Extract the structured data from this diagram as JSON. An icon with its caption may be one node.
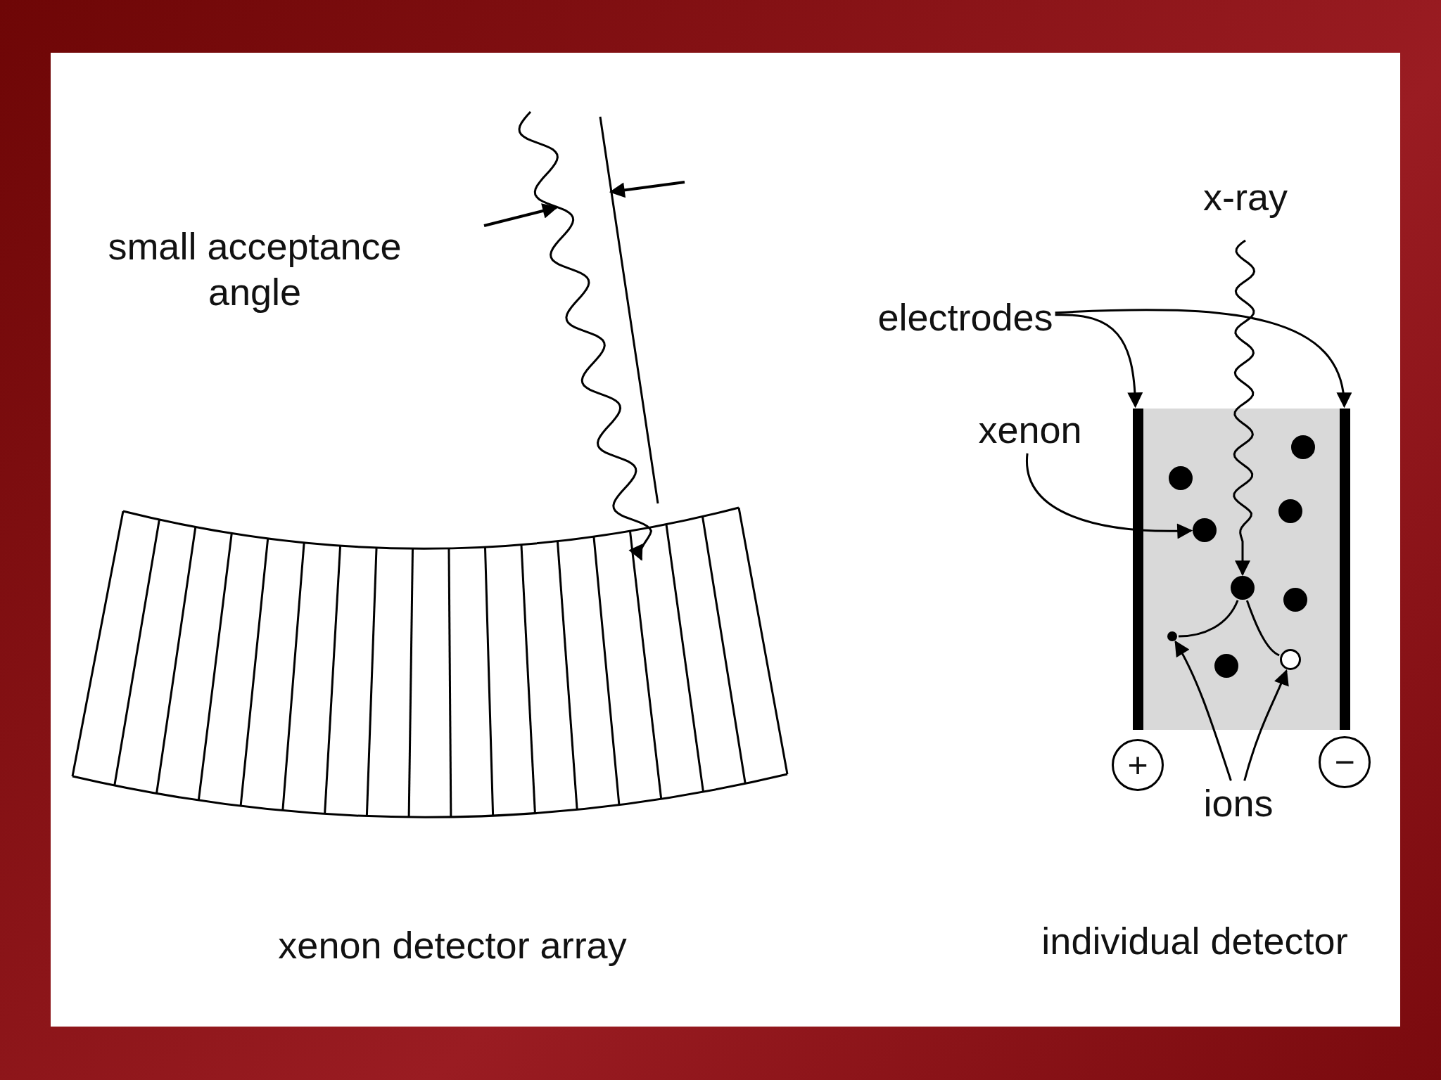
{
  "diagram": {
    "nodes": [
      {
        "text": [
          "electrodes"
        ]
      },
      {
        "text": [],
        "shape": "bar"
      },
      {
        "text": [],
        "shape": "bar"
      },
      {
        "text": [
          "xenon"
        ]
      },
      {
        "text": [],
        "shape": "circle"
      },
      {
        "text": [],
        "shape": "circle"
      },
      {
        "text": [],
        "shape": "circle"
      },
      {
        "text": [],
        "shape": "circle"
      },
      {
        "text": [],
        "shape": "circle"
      },
      {
        "text": [],
        "shape": "circle"
      },
      {
        "text": [],
        "shape": "circle"
      },
      {
        "text": [],
        "shape": "circle"
      },
      {
        "text": [],
        "shape": "circle"
      },
      {
        "text": [
          "+"
        ]
      },
      {
        "text": [
          "−"
        ]
      },
      {
        "text": [
          "ions"
        ]
      }
    ],
    "edges": [
      {
        "from": 0,
        "to": 1,
        "arrow": "to"
      },
      {
        "from": 0,
        "to": 2,
        "arrow": "to"
      },
      {
        "from": 3,
        "to": 7,
        "arrow": "to"
      },
      {
        "from": null,
        "to": 8,
        "arrow": "to"
      },
      {
        "from": 8,
        "to": 10,
        "arrow": "none"
      },
      {
        "from": 8,
        "to": 11,
        "arrow": "none"
      },
      {
        "from": 15,
        "to": 10,
        "arrow": "to"
      },
      {
        "from": 15,
        "to": 11,
        "arrow": "to"
      }
    ],
    "labels": [
      "small acceptance angle",
      "x-ray",
      "xenon detector array",
      "individual detector"
    ]
  }
}
